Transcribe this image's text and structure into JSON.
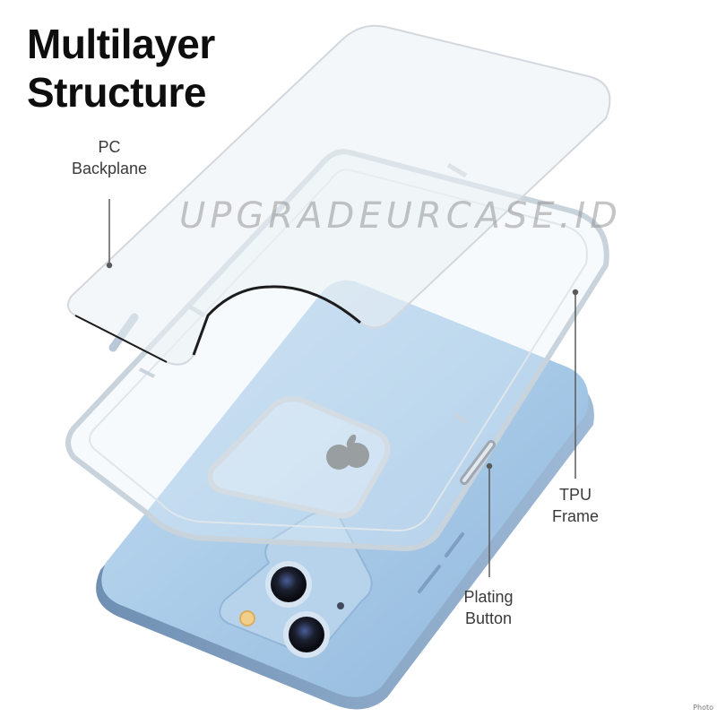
{
  "heading": {
    "line1": "Multilayer",
    "line2": "Structure"
  },
  "callouts": {
    "backplane": {
      "line1": "PC",
      "line2": "Backplane"
    },
    "frame": {
      "line1": "TPU",
      "line2": "Frame"
    },
    "button": {
      "line1": "Plating",
      "line2": "Button"
    }
  },
  "watermark": "UPGRADEURCASE.ID",
  "corner_credit": "Photo",
  "colors": {
    "background": "#ffffff",
    "phone_blue": "#a9cbe8",
    "phone_edge": "#7e9fc2",
    "text": "#0e0e0e",
    "label_text": "#3a3a3a"
  }
}
